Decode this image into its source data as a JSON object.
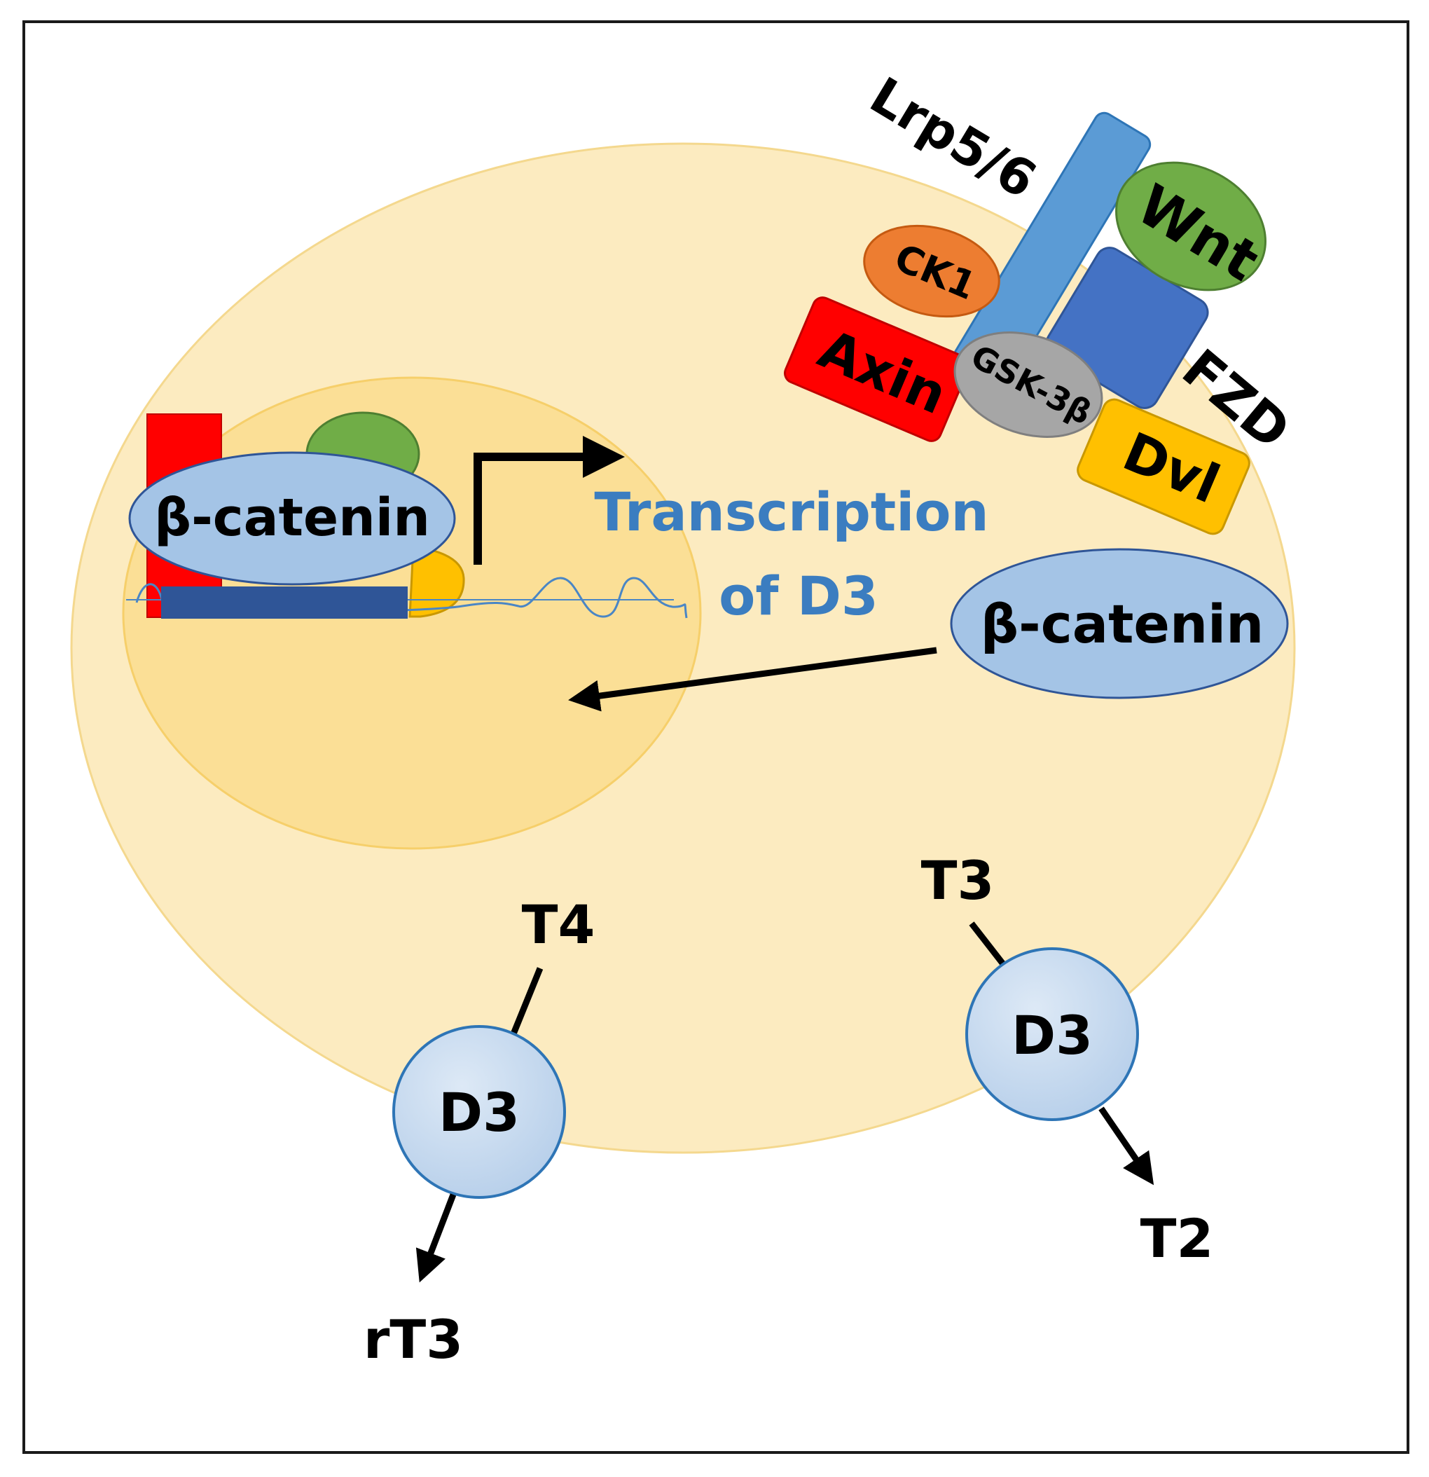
{
  "labels": {
    "lrp": "Lrp5/6",
    "wnt": "Wnt",
    "ck1": "CK1",
    "axin": "Axin",
    "gsk": "GSK-3β",
    "fzd": "FZD",
    "dvl": "Dvl",
    "beta_catenin_nuclear": "β-catenin",
    "beta_catenin_cyto": "β-catenin",
    "transcription_line1": "Transcription",
    "transcription_line2": "of D3",
    "t4": "T4",
    "d3_left": "D3",
    "rt3": "rT3",
    "t3": "T3",
    "d3_right": "D3",
    "t2": "T2"
  },
  "colors": {
    "cell": "#fcebc0",
    "nucleus": "#fbdf96",
    "protein_blue_light": "#a4c4e6",
    "lrp_blue": "#5b9bd5",
    "fzd_blue": "#4472c4",
    "wnt_green": "#70ad47",
    "ck1_orange": "#ed7d31",
    "axin_red": "#ff0000",
    "gsk_grey": "#a6a6a6",
    "dvl_yellow": "#ffc000",
    "dna_bar": "#2f5597",
    "transcription_text": "#3b7dc0"
  }
}
